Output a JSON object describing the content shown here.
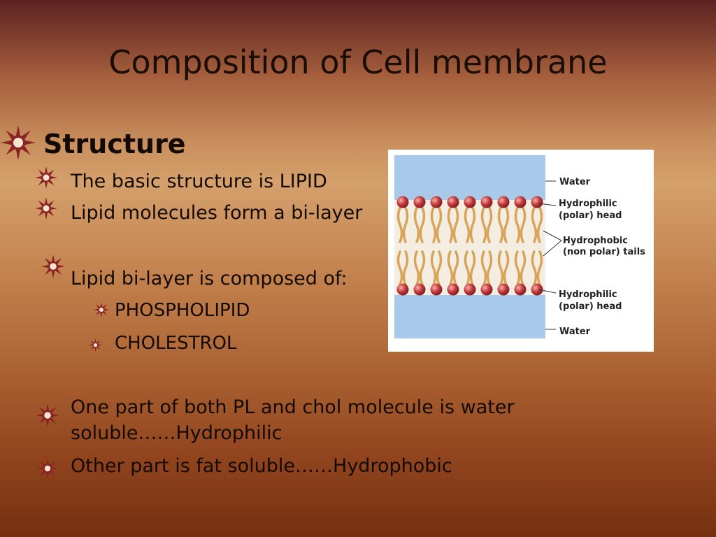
{
  "slide": {
    "title": "Composition of Cell membrane",
    "heading": "Structure",
    "bullets": {
      "b1": "The basic structure is LIPID",
      "b2": "Lipid molecules form a bi-layer",
      "b3": "Lipid bi-layer is composed of:",
      "sub1": "PHOSPHOLIPID",
      "sub2": "CHOLESTROL",
      "b4_line1": "One part of both PL and chol molecule is water",
      "b4_line2": "soluble……Hydrophilic",
      "b5": "Other part is fat soluble……Hydrophobic"
    }
  },
  "diagram": {
    "labels": {
      "water_top": "Water",
      "hydrophilic_top_1": "Hydrophilic",
      "hydrophilic_top_2": "(polar) head",
      "hydrophobic_1": "Hydrophobic",
      "hydrophobic_2": "(non polar) tails",
      "hydrophilic_bottom_1": "Hydrophilic",
      "hydrophilic_bottom_2": "(polar) head",
      "water_bottom": "Water"
    }
  },
  "colors": {
    "water": "#a9c9ea",
    "head": "#c0363a",
    "tail": "#d8a45a",
    "bullet": "#8b2424"
  },
  "icons": {
    "bullet": "sun-flower-icon"
  }
}
